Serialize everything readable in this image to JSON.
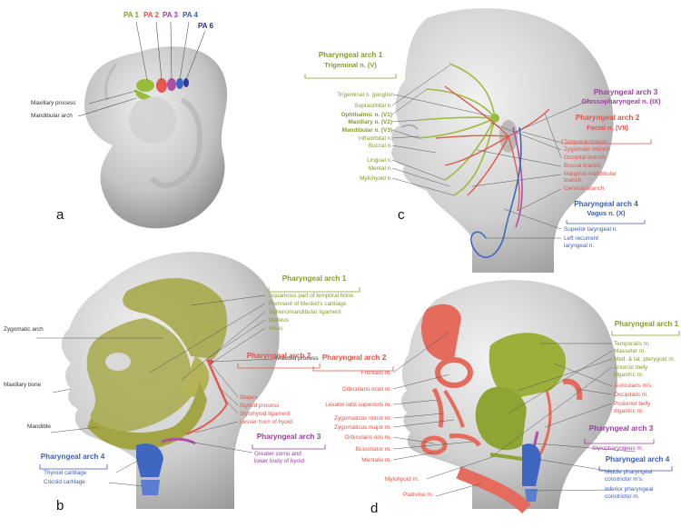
{
  "colors": {
    "green": "#8a9a2c",
    "red": "#e0554a",
    "purple": "#9b3fa0",
    "blue": "#3b5fb0",
    "dark_blue": "#23308a"
  },
  "panel_a": {
    "letter": "a",
    "arch_labels": [
      "PA 1",
      "PA 2",
      "PA 3",
      "PA 4",
      "PA 6"
    ],
    "maxillary": "Maxillary process",
    "mandibular": "Mandibular arch"
  },
  "panel_b": {
    "letter": "b",
    "zygomatic": "Zygomatic arch",
    "maxillary_bone": "Maxillary bone",
    "mandible": "Mandible",
    "mastoid": "Mastoid process",
    "arch1": {
      "title": "Pharyngeal arch 1",
      "items": [
        "Squamous part of temporal bone",
        "Remnant of Meckel's cartilage",
        "Sphenomandibular ligament",
        "Malleus",
        "Incus"
      ]
    },
    "arch2": {
      "title": "Pharyngeal arch 2",
      "items": [
        "Stapes",
        "Styloid process",
        "Stylohyoid ligament",
        "Lesser horn of hyoid"
      ]
    },
    "arch3": {
      "title": "Pharyngeal arch 3",
      "items": [
        "Greater cornu and",
        "lower body of hyoid"
      ]
    },
    "arch4": {
      "title": "Pharyngeal arch 4",
      "items": [
        "Thyroid cartilage",
        "Cricoid cartilage"
      ]
    }
  },
  "panel_c": {
    "letter": "c",
    "arch1": {
      "title": "Pharyngeal arch 1",
      "nerve": "Trigeminal n. (V)",
      "items": [
        "Trigeminal n. ganglion",
        "Supraorbital n.",
        "Ophthalmic n. (V1)",
        "Maxillary n. (V2)",
        "Mandibular n. (V3)",
        "Infraorbital n.",
        "Buccal n.",
        "Lingual n.",
        "Mental n.",
        "Mylohyoid n."
      ]
    },
    "arch3": {
      "title": "Pharyngeal arch 3",
      "nerve": "Glossopharyngeal n. (IX)"
    },
    "arch2": {
      "title": "Pharyngeal arch 2",
      "nerve": "Facial n. (VII)",
      "items": [
        "Temporal branch",
        "Zygomatic branch",
        "Occipital branch",
        "Buccal branch",
        "Marginal mandibular",
        "branch",
        "Cervical branch"
      ]
    },
    "arch4": {
      "title": "Pharyngeal arch 4",
      "nerve": "Vagus n. (X)",
      "items": [
        "Superior laryngeal n.",
        "Left recurrent",
        "laryngeal n."
      ]
    }
  },
  "panel_d": {
    "letter": "d",
    "arch1": {
      "title": "Pharyngeal arch 1",
      "items": [
        "Temporalis m.",
        "Masseter m.",
        "Med. & lat. pterygoid m.",
        "Anterior belly",
        "digastric m."
      ]
    },
    "arch2": {
      "title": "Pharyngeal arch 2",
      "left_items": [
        "Frontalis m.",
        "Orbicularis oculi m.",
        "Levator labii superioris m.",
        "Zygomaticus minor m.",
        "Zygomaticus major m.",
        "Orbicularis oris m.",
        "Buccinator m.",
        "Mentalis m."
      ],
      "right_items": [
        "Auricularis m's.",
        "Occipitalis m.",
        "Posterior belly",
        "digastric m."
      ]
    },
    "arch3": {
      "title": "Pharyngeal arch 3",
      "items": [
        "Stylopharyngeus m."
      ]
    },
    "arch4": {
      "title": "Pharyngeal arch 4",
      "items": [
        "Middle pharyngeal",
        "constrictor m's.",
        "Inferior pharyngeal",
        "constrictor m."
      ]
    },
    "mylohyoid": "Mylohyoid m.",
    "platisma": "Platisma m."
  }
}
